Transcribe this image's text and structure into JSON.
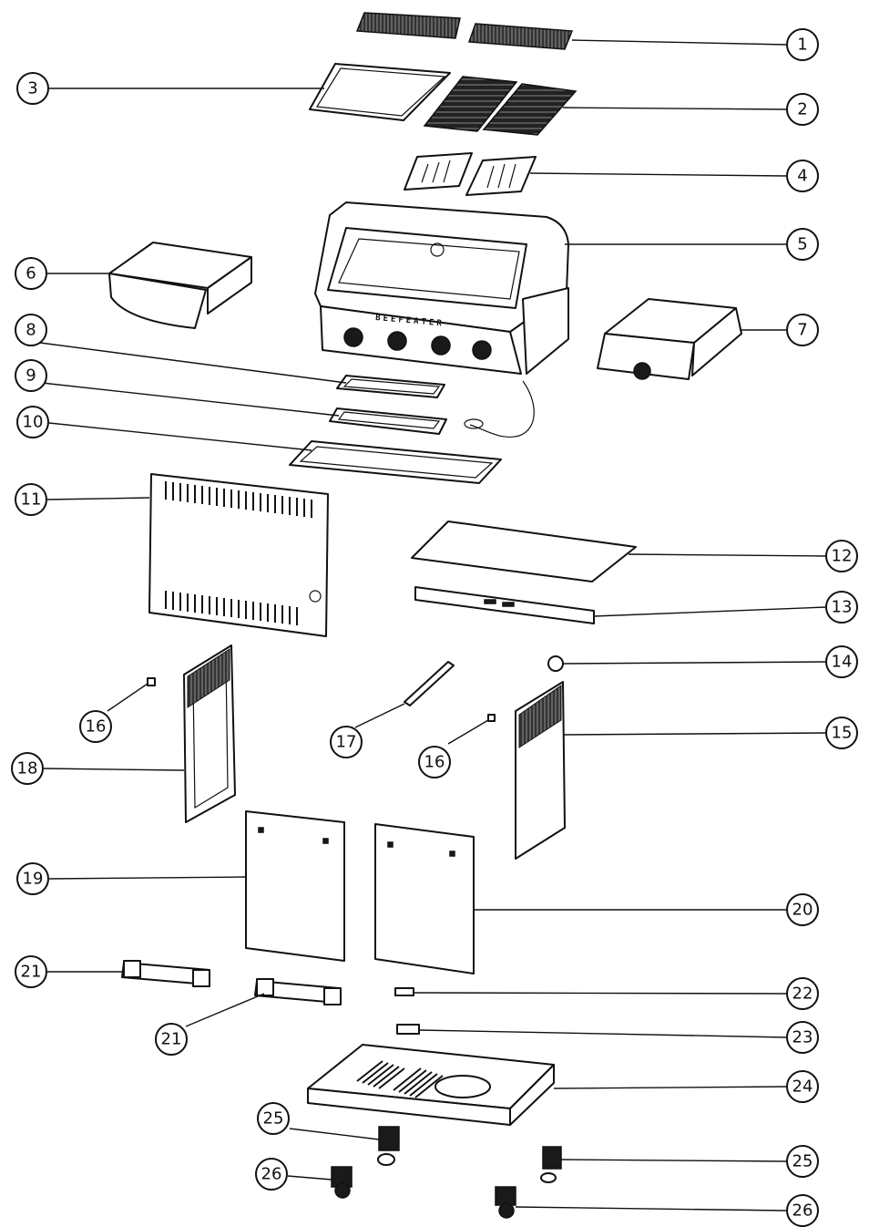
{
  "diagram": {
    "brand_text": "BEEFEATER",
    "callouts": [
      "1",
      "2",
      "3",
      "4",
      "5",
      "6",
      "7",
      "8",
      "9",
      "10",
      "11",
      "12",
      "13",
      "14",
      "15",
      "16",
      "16",
      "17",
      "18",
      "19",
      "20",
      "21",
      "21",
      "22",
      "23",
      "24",
      "25",
      "25",
      "26",
      "26"
    ]
  }
}
